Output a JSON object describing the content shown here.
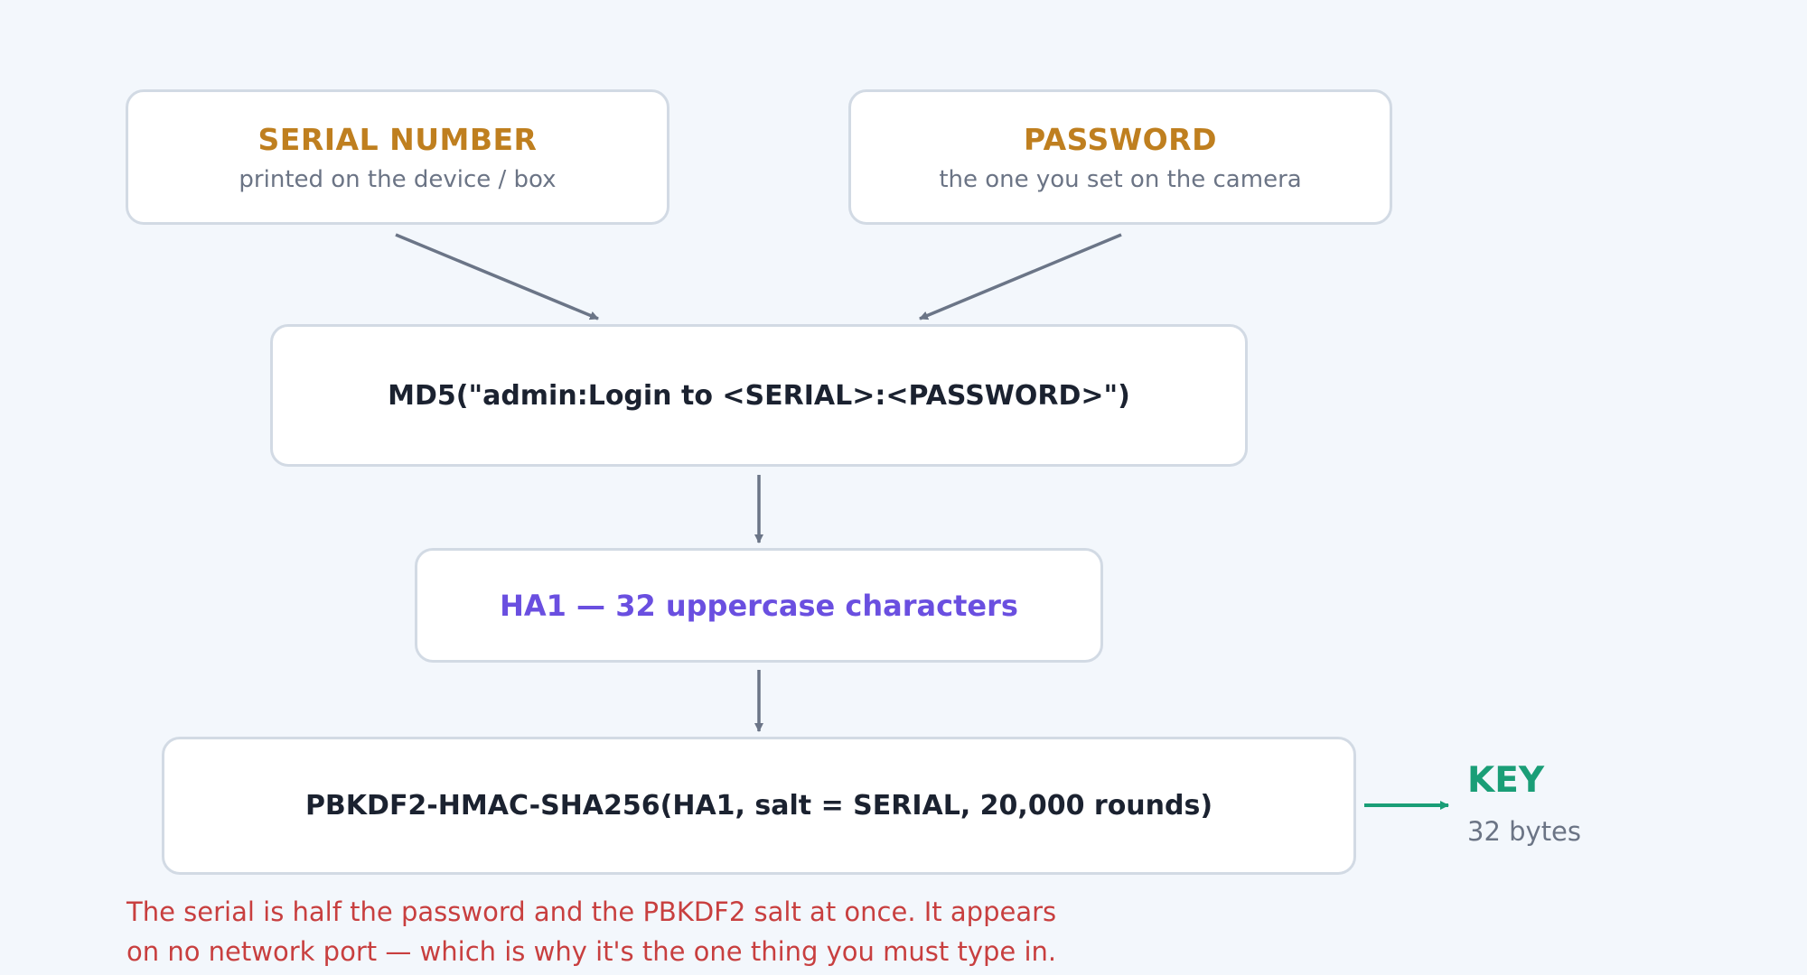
{
  "inputs": {
    "serial": {
      "title": "SERIAL NUMBER",
      "subtitle": "printed on the device / box"
    },
    "password": {
      "title": "PASSWORD",
      "subtitle": "the one you set on the camera"
    }
  },
  "steps": {
    "md5": "MD5(\"admin:Login to <SERIAL>:<PASSWORD>\")",
    "ha1": "HA1 — 32 uppercase characters",
    "pbkdf2": "PBKDF2-HMAC-SHA256(HA1, salt = SERIAL, 20,000 rounds)"
  },
  "output": {
    "title": "KEY",
    "subtitle": "32 bytes"
  },
  "note": {
    "line1": "The serial is half the password and the PBKDF2 salt at once. It appears",
    "line2": "on no network port — which is why it's the one thing you must type in."
  },
  "colors": {
    "input_title": "#bf7f1f",
    "ha1": "#6a4fe0",
    "key": "#1a9e77",
    "note": "#c83f3f",
    "arrow": "#6b7587"
  }
}
